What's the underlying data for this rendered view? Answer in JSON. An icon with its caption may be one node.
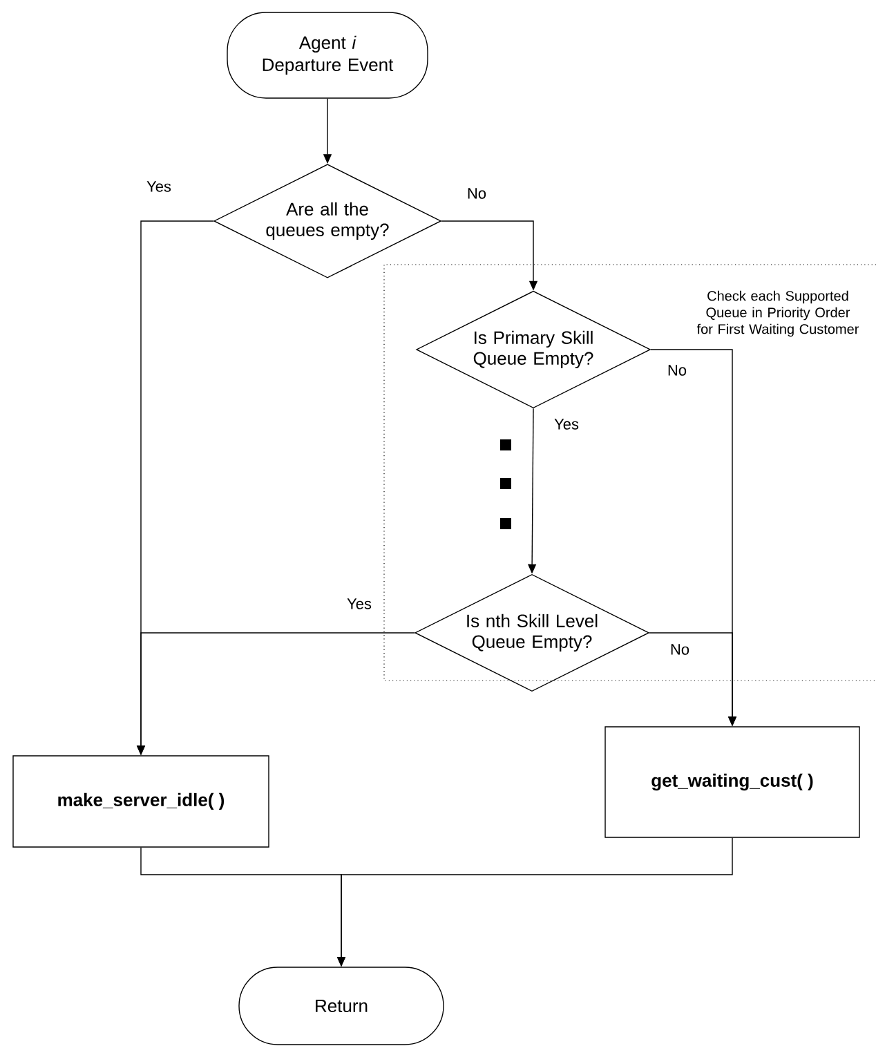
{
  "diagram": {
    "nodes": [
      {
        "text": [
          "Agent *i* Departure Event"
        ]
      },
      {
        "text": [
          "Are all the queues empty?"
        ]
      },
      {
        "text": [
          "Check each Supported Queue in Priority Order for First Waiting Customer"
        ]
      },
      {
        "text": [
          "Is Primary Skill Queue Empty?"
        ],
        "in": 2
      },
      {
        "text": [
          "Is nth Skill Level Queue Empty?"
        ],
        "in": 2
      },
      {
        "text": [
          "make_server_idle( )"
        ]
      },
      {
        "text": [
          "get_waiting_cust( )"
        ]
      },
      {
        "text": [
          "Return"
        ]
      }
    ],
    "edges": [
      {
        "from": 0,
        "to": 1,
        "arrow": "to"
      },
      {
        "from": 1,
        "to": 5,
        "arrow": "to",
        "label": "Yes"
      },
      {
        "from": 1,
        "to": 3,
        "arrow": "to",
        "label": "No"
      },
      {
        "from": 3,
        "to": 4,
        "arrow": "to",
        "label": "Yes"
      },
      {
        "from": 3,
        "to": 6,
        "arrow": "to",
        "label": "No"
      },
      {
        "from": 4,
        "to": 5,
        "arrow": "to",
        "label": "Yes"
      },
      {
        "from": 4,
        "to": 6,
        "arrow": "to",
        "label": "No"
      },
      {
        "from": 5,
        "to": 7,
        "arrow": "to"
      },
      {
        "from": 6,
        "to": 7,
        "arrow": "to"
      }
    ]
  }
}
